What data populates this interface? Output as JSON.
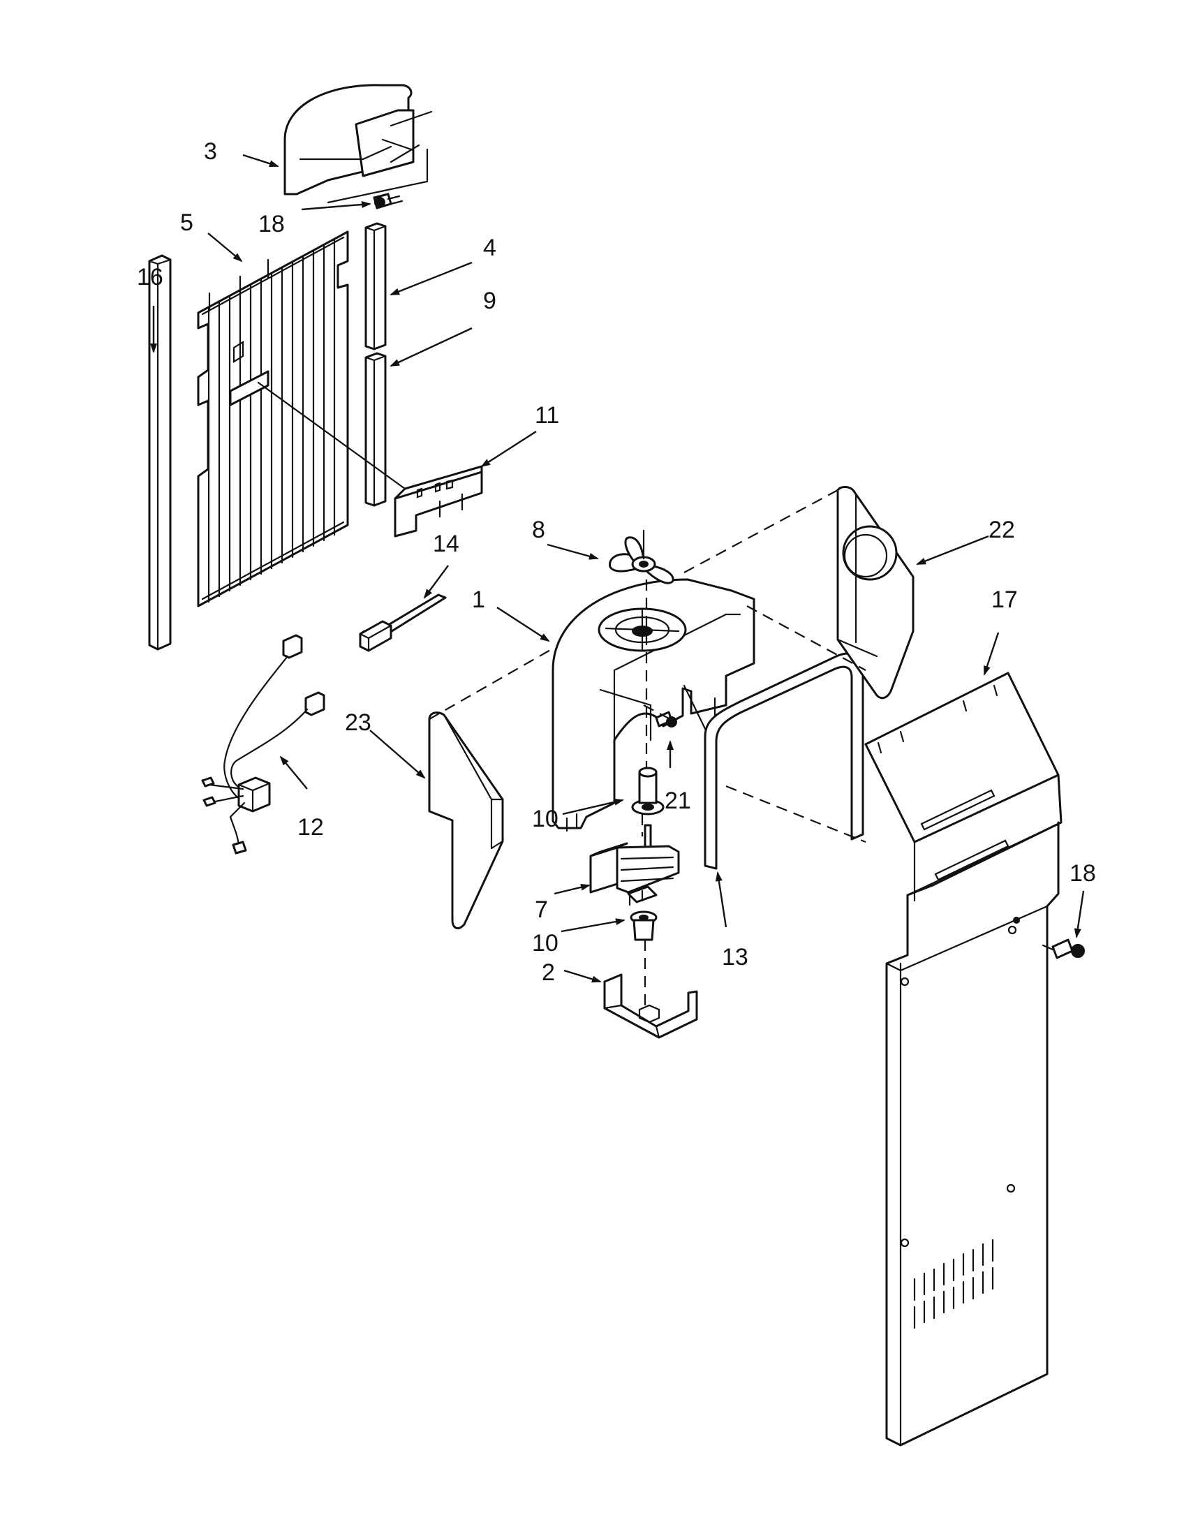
{
  "diagram": {
    "callouts": [
      "1",
      "2",
      "3",
      "4",
      "5",
      "7",
      "8",
      "9",
      "10",
      "10",
      "11",
      "12",
      "13",
      "14",
      "16",
      "17",
      "18",
      "18",
      "21",
      "22",
      "23"
    ],
    "parts": [
      {
        "key": "1",
        "name": "air-duct-housing"
      },
      {
        "key": "2",
        "name": "motor-bracket"
      },
      {
        "key": "3",
        "name": "air-diffuser-cover"
      },
      {
        "key": "4",
        "name": "upper-insulation-strip"
      },
      {
        "key": "5",
        "name": "evaporator-grille"
      },
      {
        "key": "7",
        "name": "fan-motor"
      },
      {
        "key": "8",
        "name": "fan-blade"
      },
      {
        "key": "9",
        "name": "lower-insulation-strip"
      },
      {
        "key": "10",
        "name": "motor-grommet"
      },
      {
        "key": "11",
        "name": "clip-bracket"
      },
      {
        "key": "12",
        "name": "wire-harness"
      },
      {
        "key": "13",
        "name": "u-shaped-seal"
      },
      {
        "key": "14",
        "name": "cable-tie"
      },
      {
        "key": "16",
        "name": "vertical-strip"
      },
      {
        "key": "17",
        "name": "rear-panel"
      },
      {
        "key": "18",
        "name": "screw"
      },
      {
        "key": "21",
        "name": "screw"
      },
      {
        "key": "22",
        "name": "right-baffle"
      },
      {
        "key": "23",
        "name": "left-baffle"
      }
    ]
  }
}
